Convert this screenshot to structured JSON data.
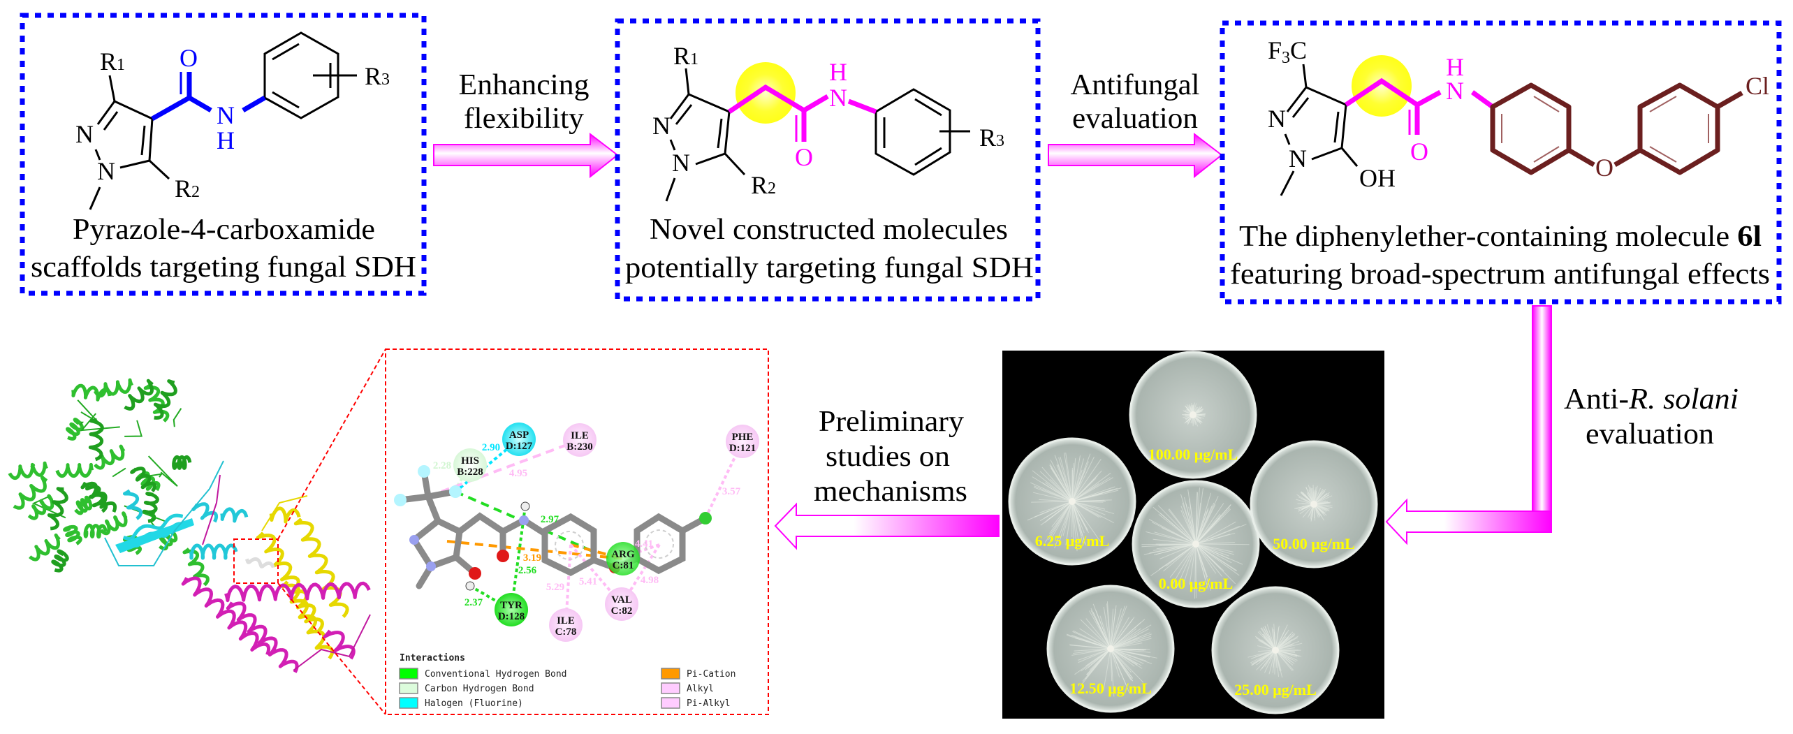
{
  "colors": {
    "box_border": "#0000ff",
    "arrow": "#ff00ff",
    "scaffold_highlight": "#0000ff",
    "linker_highlight": "#ff00ff",
    "diphenylether": "#6b1f1f",
    "flex_spot": "#ffff00",
    "zoom_box": "#ff0000",
    "dish_label": "#ffff00"
  },
  "atoms": {
    "N": "N",
    "O": "O",
    "H": "H",
    "OH": "OH",
    "Cl": "Cl",
    "R": "R"
  },
  "box1": {
    "r1_sub": "1",
    "r2_sub": "2",
    "r3_sub": "3",
    "caption": [
      "Pyrazole-4-carboxamide",
      "scaffolds targeting fungal SDH"
    ]
  },
  "arrow1": {
    "label": [
      "Enhancing",
      "flexibility"
    ]
  },
  "box2": {
    "r1_sub": "1",
    "r2_sub": "2",
    "r3_sub": "3",
    "caption": [
      "Novel constructed molecules",
      "potentially targeting fungal SDH"
    ]
  },
  "arrow2": {
    "label": [
      "Antifungal",
      "evaluation"
    ]
  },
  "box3": {
    "cf3": {
      "pre": "F",
      "sub": "3",
      "post": "C"
    },
    "caption_line1": "The diphenylether-containing molecule ",
    "compound_id": "6l",
    "caption_line2": "featuring broad-spectrum antifungal effects"
  },
  "arrow3": {
    "label_prefix": "Anti-",
    "label_species": "R. solani",
    "label_line2": "evaluation"
  },
  "arrow4": {
    "label": [
      "Preliminary",
      "studies on",
      "mechanisms"
    ]
  },
  "dishes": [
    {
      "concentration": "100.00 μg/mL"
    },
    {
      "concentration": "6.25 μg/mL"
    },
    {
      "concentration": "0.00 μg/mL"
    },
    {
      "concentration": "50.00 μg/mL"
    },
    {
      "concentration": "12.50 μg/mL"
    },
    {
      "concentration": "25.00 μg/mL"
    }
  ],
  "docking": {
    "residues": [
      {
        "name": "ASP",
        "id": "D:127",
        "type": "halogen"
      },
      {
        "name": "HIS",
        "id": "B:228",
        "type": "carbon-h"
      },
      {
        "name": "ILE",
        "id": "B:230",
        "type": "alkyl"
      },
      {
        "name": "PHE",
        "id": "D:121",
        "type": "alkyl"
      },
      {
        "name": "TYR",
        "id": "D:128",
        "type": "conventional-h"
      },
      {
        "name": "ILE",
        "id": "C:78",
        "type": "alkyl"
      },
      {
        "name": "VAL",
        "id": "C:82",
        "type": "alkyl"
      },
      {
        "name": "ARG",
        "id": "C:81",
        "type": "conventional-h"
      }
    ],
    "distances": [
      "2.90",
      "2.28",
      "4.95",
      "2.97",
      "2.56",
      "2.37",
      "3.19",
      "5.29",
      "5.41",
      "4.98",
      "4.41",
      "3.57"
    ],
    "legend_title": "Interactions",
    "legend": [
      {
        "label": "Conventional Hydrogen Bond",
        "color": "#00ff00"
      },
      {
        "label": "Carbon Hydrogen Bond",
        "color": "#dcfcdc"
      },
      {
        "label": "Halogen (Fluorine)",
        "color": "#00ffff"
      },
      {
        "label": "Pi-Cation",
        "color": "#ff9900"
      },
      {
        "label": "Alkyl",
        "color": "#ffccff"
      },
      {
        "label": "Pi-Alkyl",
        "color": "#ffccff"
      }
    ]
  }
}
